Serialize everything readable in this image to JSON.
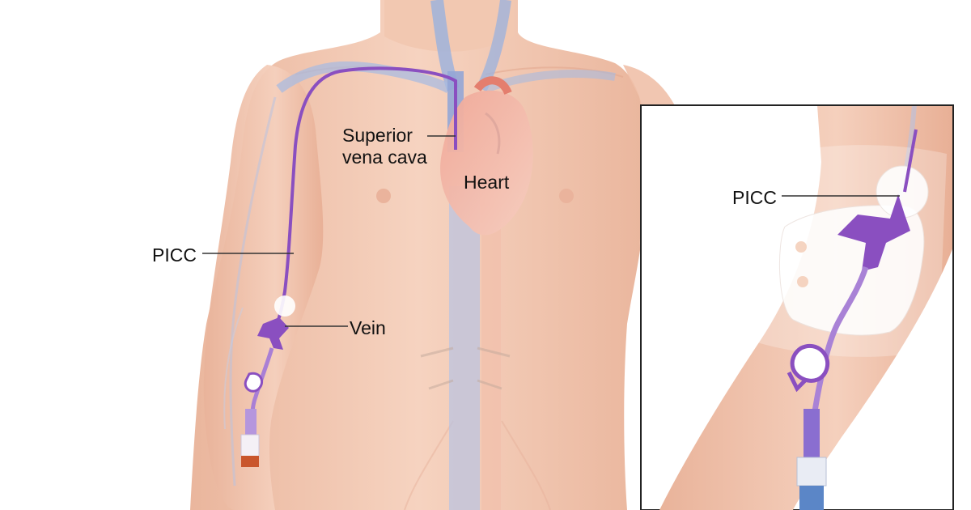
{
  "labels": {
    "superior_vena_cava_line1": "Superior",
    "superior_vena_cava_line2": "vena cava",
    "heart": "Heart",
    "picc_main": "PICC",
    "vein": "Vein",
    "picc_inset": "PICC"
  },
  "colors": {
    "skin": "#f3c9b2",
    "skin_shadow": "#e7ad94",
    "vein_blue": "#9fb3dc",
    "catheter_purple": "#8a4fc0",
    "heart_red": "#e9968a",
    "dressing": "#ffffff",
    "background": "#ffffff",
    "leader_line": "#333333",
    "inset_border": "#222222"
  }
}
